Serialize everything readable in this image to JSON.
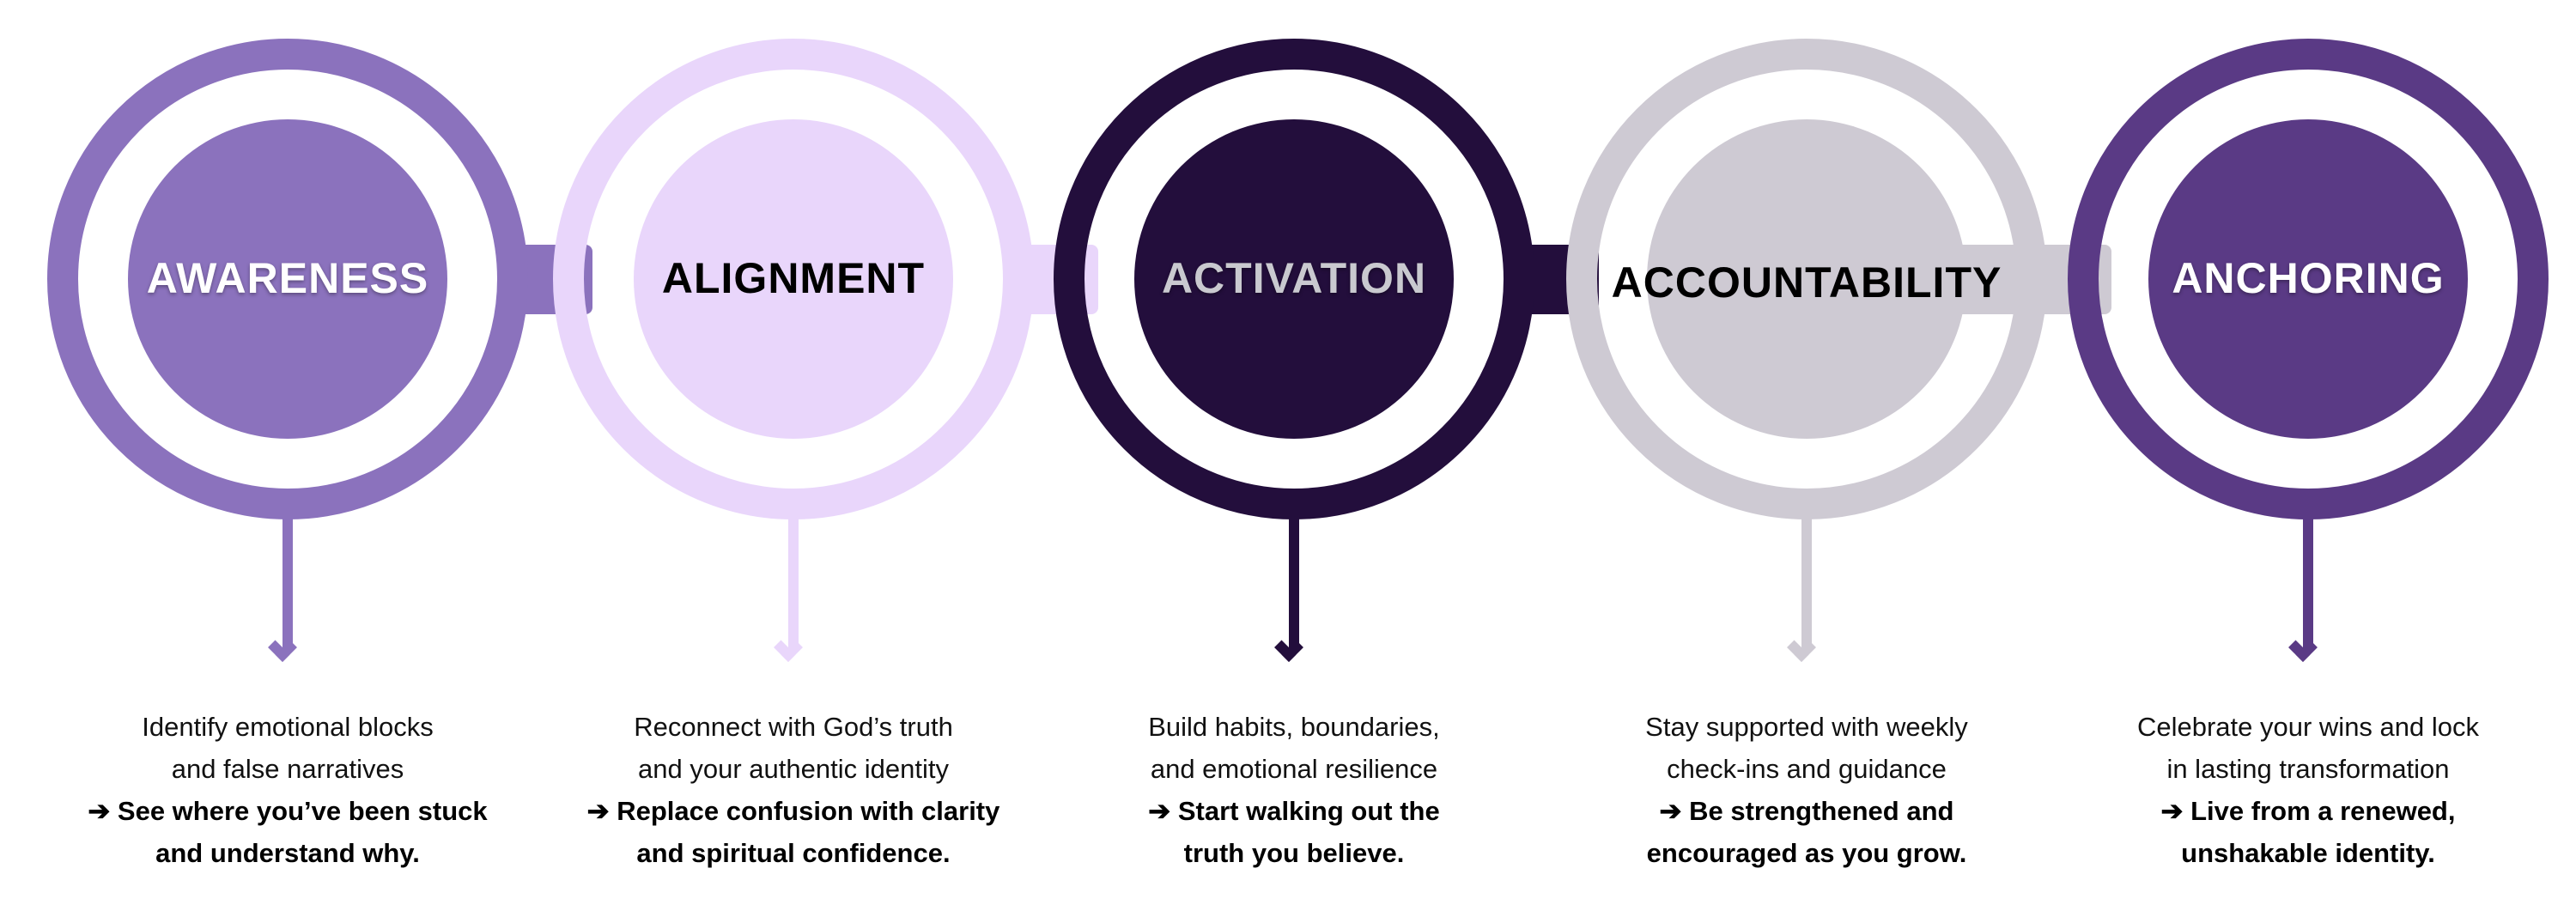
{
  "steps": [
    {
      "title": "AWARENESS",
      "color": "#8B72BD",
      "text_color": "#ffffff",
      "line1": "Identify emotional blocks",
      "line2": "and false narratives",
      "outcome1": "➔ See where you’ve been stuck",
      "outcome2": "and understand why."
    },
    {
      "title": "ALIGNMENT",
      "color": "#E9D6FB",
      "text_color": "#000000",
      "line1": "Reconnect with God’s truth",
      "line2": "and your authentic identity",
      "outcome1": "➔ Replace confusion with clarity",
      "outcome2": "and spiritual confidence."
    },
    {
      "title": "ACTIVATION",
      "color": "#230E3C",
      "text_color": "#C9C9CF",
      "line1": "Build habits, boundaries,",
      "line2": "and emotional resilience",
      "outcome1": "➔ Start walking out the",
      "outcome2": "truth you believe."
    },
    {
      "title": "ACCOUNTABILITY",
      "color": "#CECAD3",
      "text_color": "#000000",
      "line1": "Stay supported with weekly",
      "line2": "check-ins and guidance",
      "outcome1": "➔ Be strengthened and",
      "outcome2": "encouraged as you grow."
    },
    {
      "title": "ANCHORING",
      "color": "#5A3A85",
      "text_color": "#ffffff",
      "line1": "Celebrate your wins and lock",
      "line2": "in lasting transformation",
      "outcome1": "➔ Live from a renewed,",
      "outcome2": "unshakable identity."
    }
  ]
}
